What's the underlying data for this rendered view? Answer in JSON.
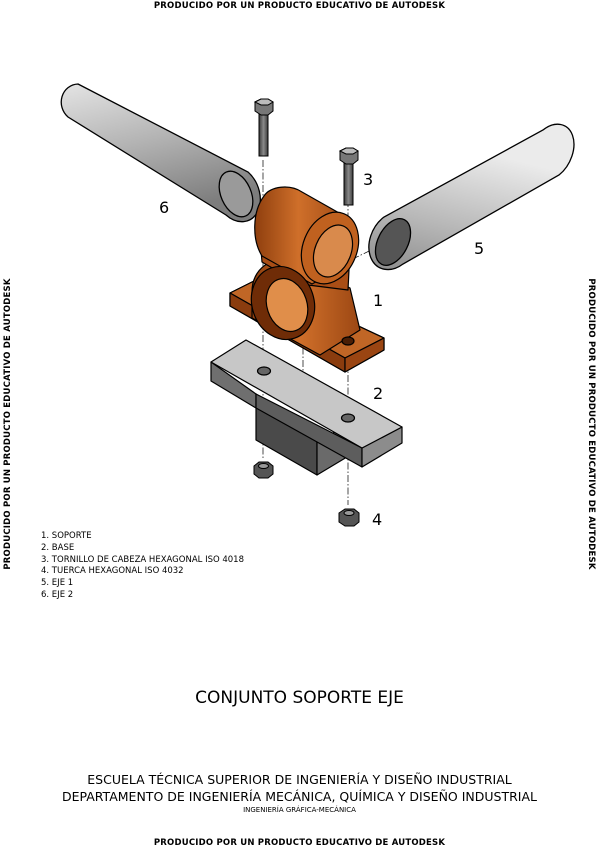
{
  "watermark": "PRODUCIDO POR UN PRODUCTO EDUCATIVO DE AUTODESK",
  "callouts": {
    "c1": "1",
    "c2": "2",
    "c3": "3",
    "c4": "4",
    "c5": "5",
    "c6": "6"
  },
  "legend": [
    "1. SOPORTE",
    "2. BASE",
    "3. TORNILLO DE CABEZA HEXAGONAL ISO 4018",
    "4. TUERCA HEXAGONAL ISO 4032",
    "5. EJE 1",
    "6. EJE 2"
  ],
  "title": "CONJUNTO SOPORTE EJE",
  "institution": {
    "line1": "ESCUELA TÉCNICA SUPERIOR DE INGENIERÍA Y DISEÑO INDUSTRIAL",
    "line2": "DEPARTAMENTO DE INGENIERÍA MECÁNICA, QUÍMICA Y DISEÑO INDUSTRIAL",
    "line3": "INGENIERÍA GRÁFICA-MECÁNICA"
  },
  "colors": {
    "support": "#b4561a",
    "base": "#8a8a8a",
    "shaft": "#a8a8a8",
    "bolt": "#555555"
  }
}
